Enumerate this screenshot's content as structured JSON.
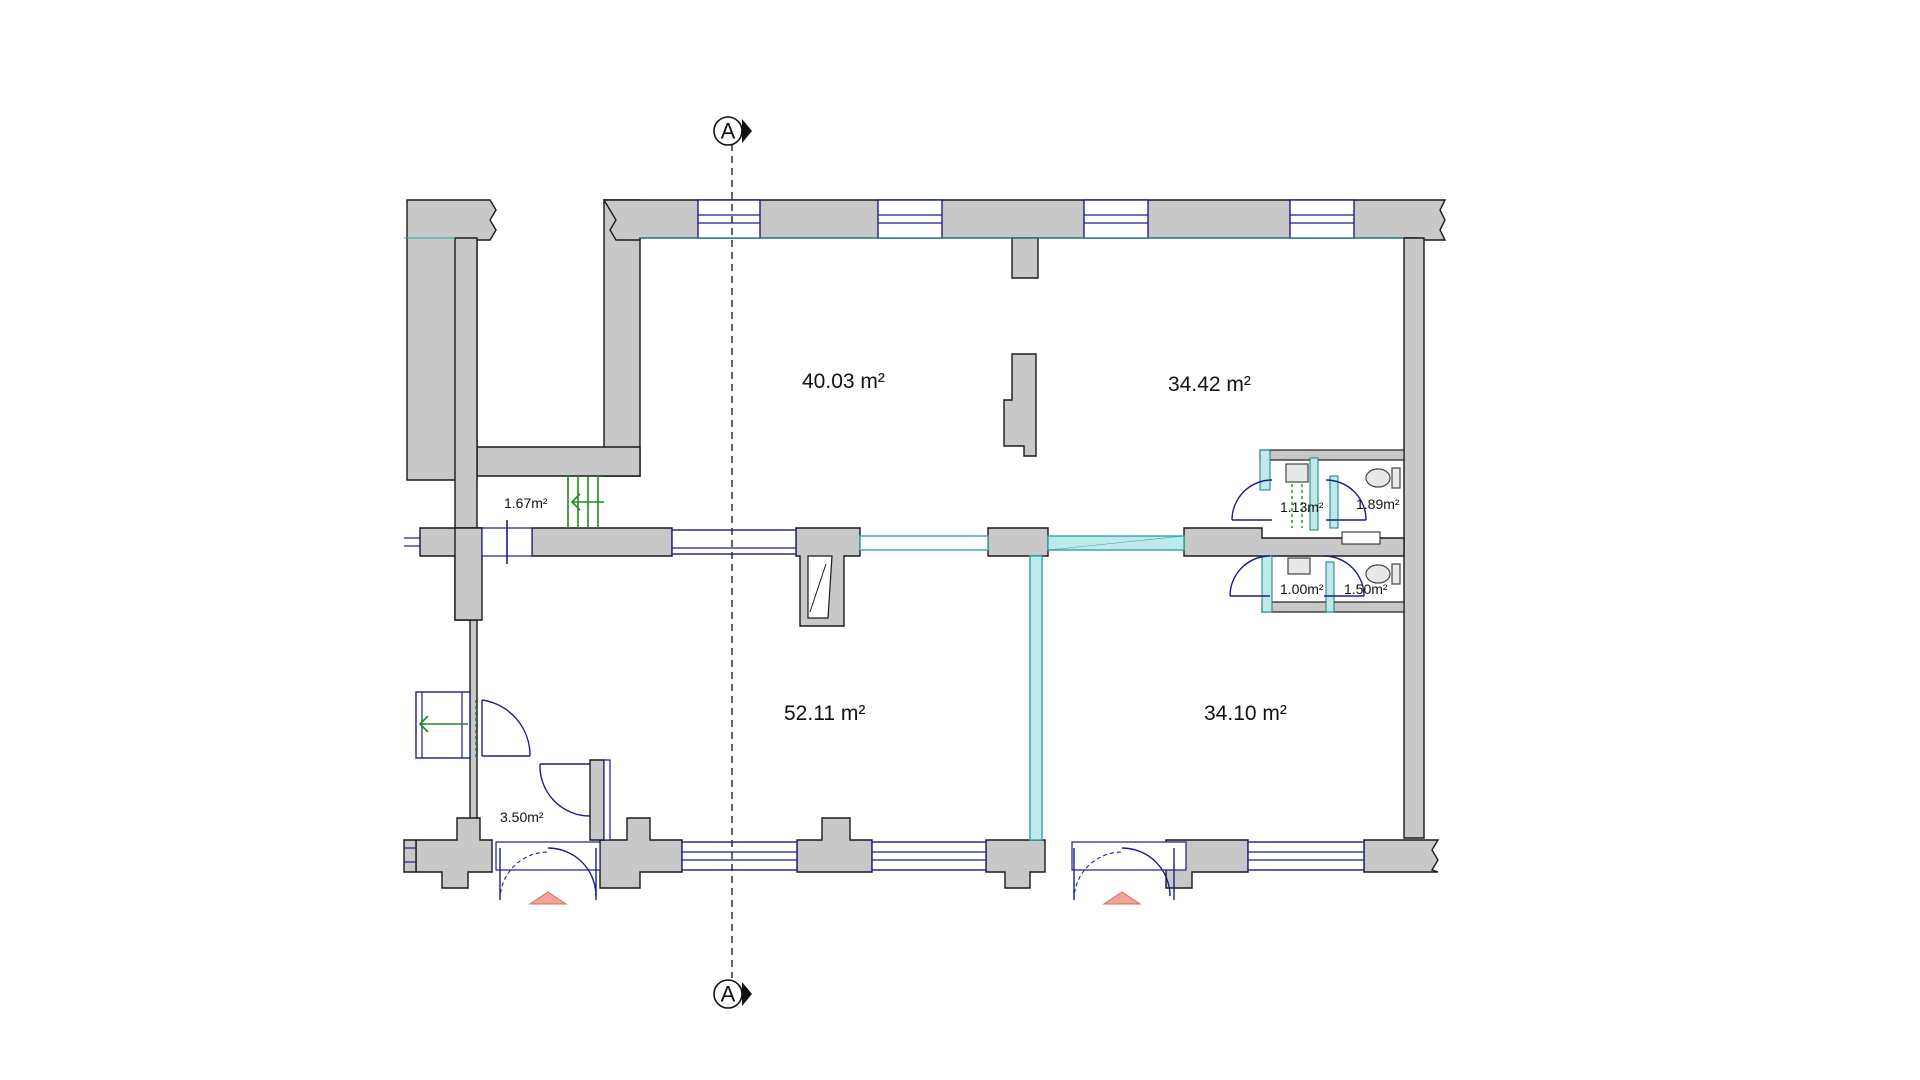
{
  "section_marker": {
    "top_label": "A",
    "bottom_label": "A"
  },
  "rooms": {
    "room_north_west": {
      "area": "40.03 m²"
    },
    "room_north_east": {
      "area": "34.42 m²"
    },
    "room_south_west": {
      "area": "52.11 m²"
    },
    "room_south_east": {
      "area": "34.10 m²"
    },
    "vestibule_north": {
      "area": "1.67m²"
    },
    "vestibule_south": {
      "area": "3.50m²"
    },
    "wc_north_sink": {
      "area": "1.13m²"
    },
    "wc_north_toilet": {
      "area": "1.89m²"
    },
    "wc_south_sink": {
      "area": "1.00m²"
    },
    "wc_south_toilet": {
      "area": "1.50m²"
    }
  },
  "colors": {
    "wall_fill": "#c8c8c8",
    "window_line": "#1c1c8c",
    "glass_partition": "#2aa5a5",
    "exit_arrow": "#1f8a1f",
    "entrance_marker": "#f2a39a"
  }
}
